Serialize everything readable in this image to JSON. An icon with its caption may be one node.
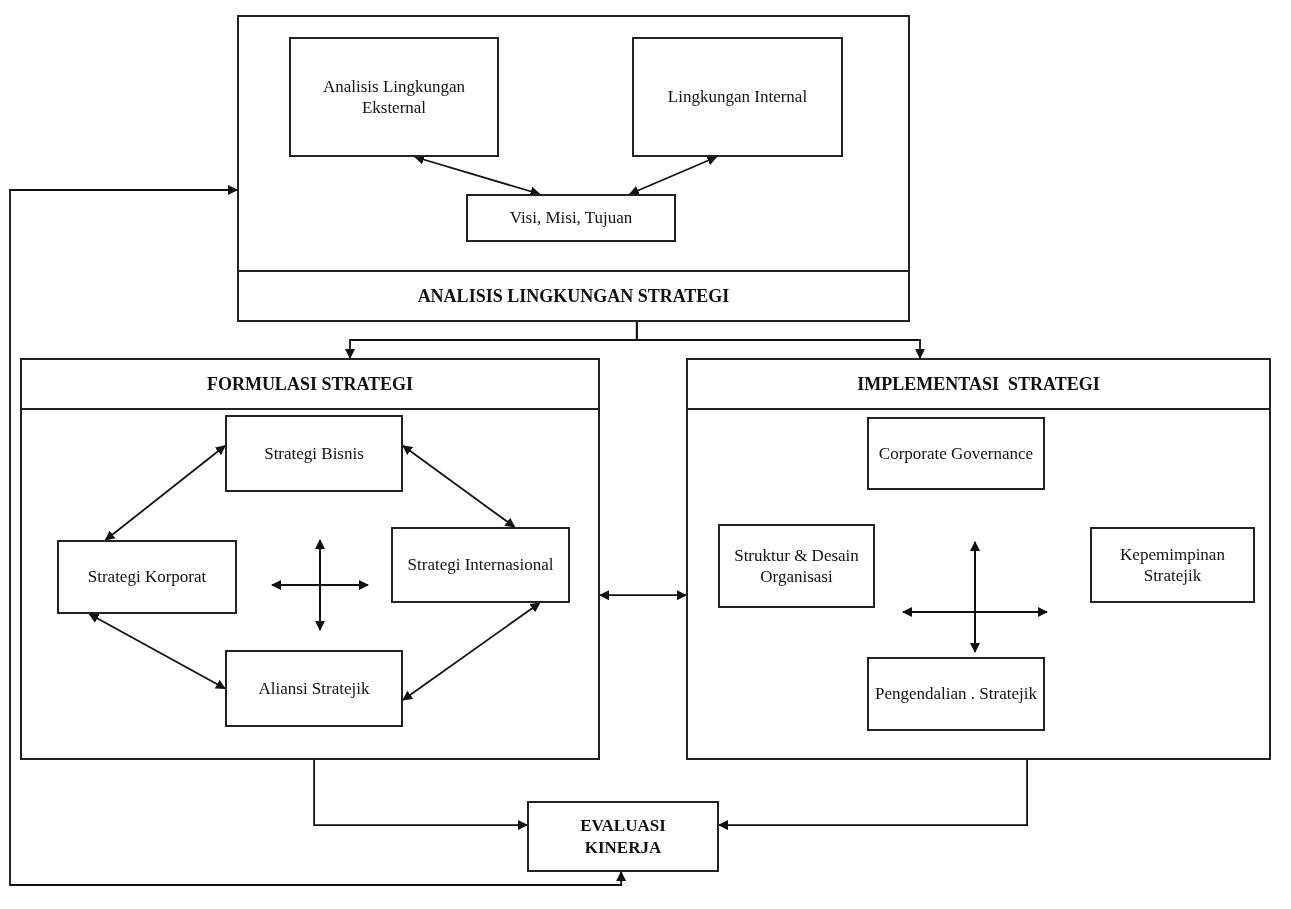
{
  "diagram": {
    "nodes": [
      {
        "text": [
          "ANALISIS LINGKUNGAN STRATEGI"
        ]
      },
      {
        "text": [
          "Analisis Lingkungan Eksternal"
        ],
        "in": 0
      },
      {
        "text": [
          "Lingkungan Internal"
        ],
        "in": 0
      },
      {
        "text": [
          "Visi, Misi, Tujuan"
        ],
        "in": 0
      },
      {
        "text": [
          "FORMULASI STRATEGI"
        ]
      },
      {
        "text": [
          "Strategi Bisnis"
        ],
        "in": 4
      },
      {
        "text": [
          "Strategi Korporat"
        ],
        "in": 4
      },
      {
        "text": [
          "Strategi Internasional"
        ],
        "in": 4
      },
      {
        "text": [
          "Aliansi Stratejik"
        ],
        "in": 4
      },
      {
        "text": [
          "IMPLEMENTASI  STRATEGI"
        ]
      },
      {
        "text": [
          "Corporate Governance"
        ],
        "in": 9
      },
      {
        "text": [
          "Struktur & Desain Organisasi"
        ],
        "in": 9
      },
      {
        "text": [
          "Kepemimpinan Stratejik"
        ],
        "in": 9
      },
      {
        "text": [
          "Pengendalian . Stratejik"
        ],
        "in": 9
      },
      {
        "text": [
          "EVALUASI KINERJA"
        ]
      }
    ],
    "edges": [
      {
        "from": 1,
        "to": 3,
        "arrow": "both"
      },
      {
        "from": 2,
        "to": 3,
        "arrow": "both"
      },
      {
        "from": 0,
        "to": 4,
        "arrow": "to"
      },
      {
        "from": 0,
        "to": 9,
        "arrow": "to"
      },
      {
        "from": 5,
        "to": 6,
        "arrow": "both"
      },
      {
        "from": 5,
        "to": 7,
        "arrow": "both"
      },
      {
        "from": 6,
        "to": 8,
        "arrow": "both"
      },
      {
        "from": 7,
        "to": 8,
        "arrow": "both"
      },
      {
        "from": 4,
        "to": 9,
        "arrow": "both"
      },
      {
        "from": 4,
        "to": 14,
        "arrow": "to"
      },
      {
        "from": 9,
        "to": 14,
        "arrow": "to"
      },
      {
        "from": 14,
        "to": 0,
        "arrow": "both"
      }
    ]
  }
}
